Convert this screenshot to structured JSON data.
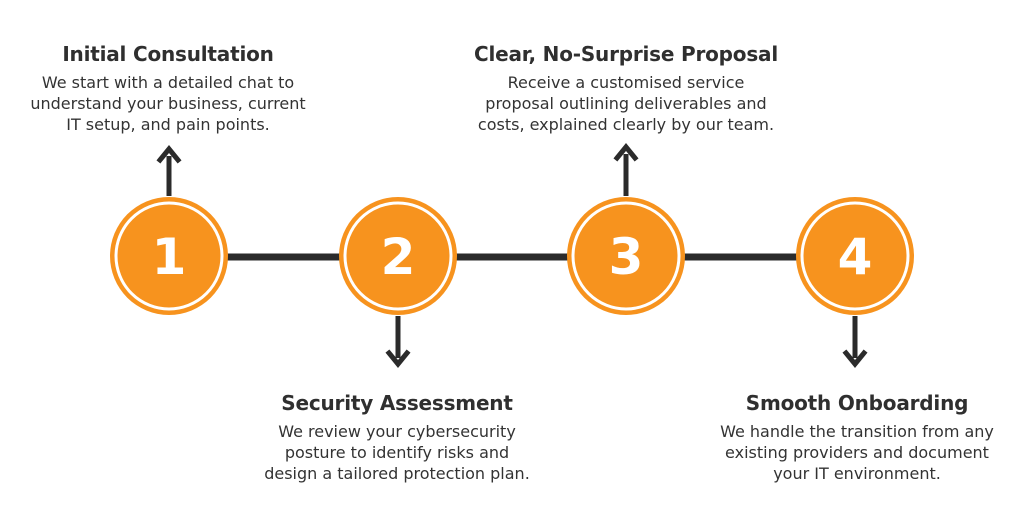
{
  "colors": {
    "accent": "#F7931E",
    "ring": "#FFFFFF",
    "connector": "#2B2B2B",
    "text": "#2F2F2F"
  },
  "steps": [
    {
      "number": "1",
      "title": "Initial Consultation",
      "lines": [
        "We start with a detailed chat to",
        "understand your business, current",
        "IT setup, and pain points."
      ],
      "arrow": "up"
    },
    {
      "number": "2",
      "title": "Security Assessment",
      "lines": [
        "We review your cybersecurity",
        "posture to identify risks and",
        "design a tailored protection plan."
      ],
      "arrow": "down"
    },
    {
      "number": "3",
      "title": "Clear, No-Surprise Proposal",
      "lines": [
        "Receive a customised service",
        "proposal outlining deliverables and",
        "costs, explained clearly by our team."
      ],
      "arrow": "up"
    },
    {
      "number": "4",
      "title": "Smooth Onboarding",
      "lines": [
        "We handle the transition from any",
        "existing providers and document",
        "your IT environment."
      ],
      "arrow": "down"
    }
  ]
}
